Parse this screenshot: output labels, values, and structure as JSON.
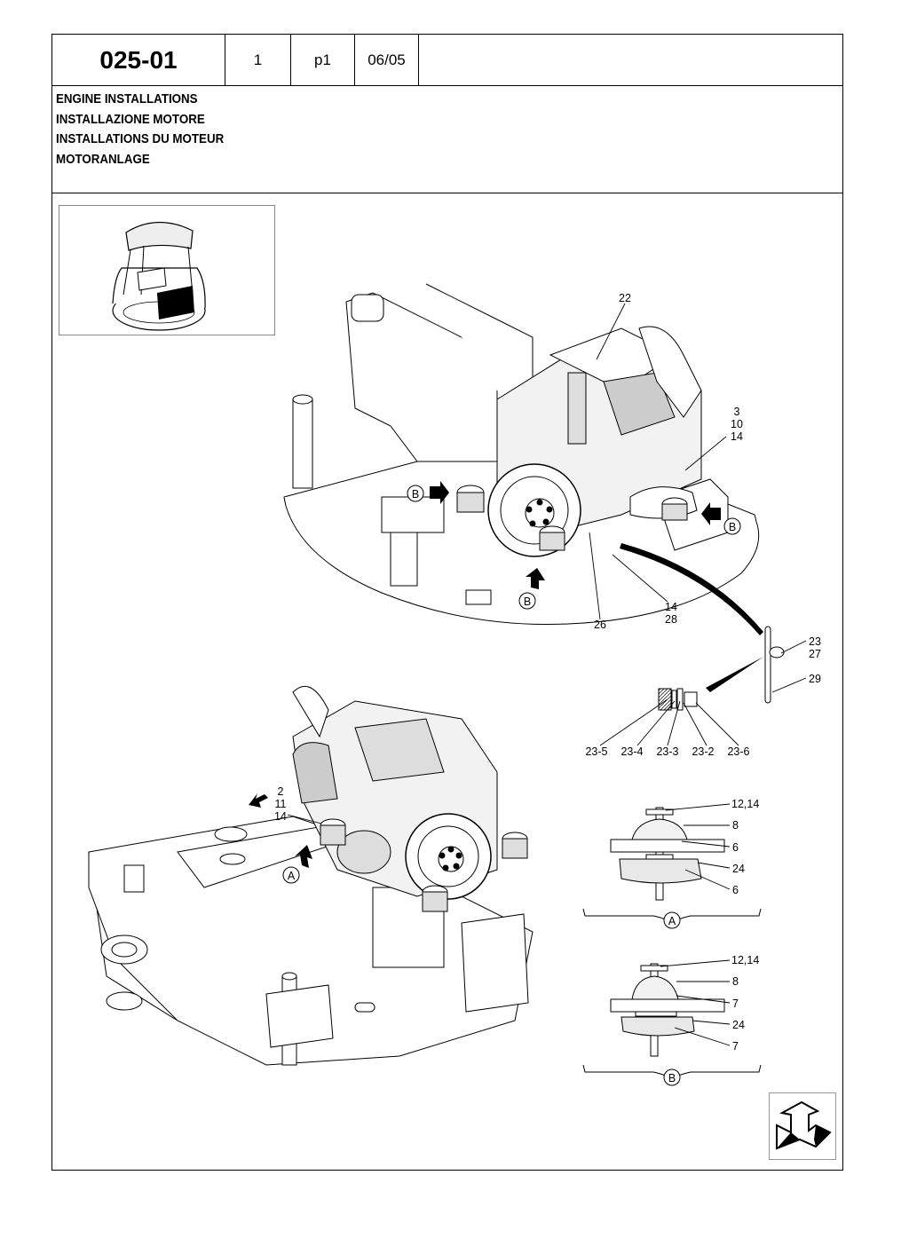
{
  "header": {
    "code": "025-01",
    "number": "1",
    "page": "p1",
    "date": "06/05"
  },
  "titles": [
    "ENGINE INSTALLATIONS",
    "INSTALLAZIONE MOTORE",
    "INSTALLATIONS  DU MOTEUR",
    "MOTORANLAGE"
  ],
  "callouts": {
    "c22": "22",
    "c3": "3",
    "c10": "10",
    "c14a": "14",
    "c14b": "14",
    "c28": "28",
    "c26": "26",
    "c23": "23",
    "c27": "27",
    "c29": "29",
    "c23_5": "23-5",
    "c23_4": "23-4",
    "c23_3": "23-3",
    "c23_2": "23-2",
    "c23_6": "23-6",
    "c2": "2",
    "c11": "11",
    "c14c": "14",
    "dA_1214": "12,14",
    "dA_8": "8",
    "dA_6a": "6",
    "dA_24": "24",
    "dA_6b": "6",
    "dB_1214": "12,14",
    "dB_8": "8",
    "dB_7a": "7",
    "dB_24": "24",
    "dB_7b": "7"
  },
  "markers": {
    "B": "B",
    "A": "A"
  }
}
